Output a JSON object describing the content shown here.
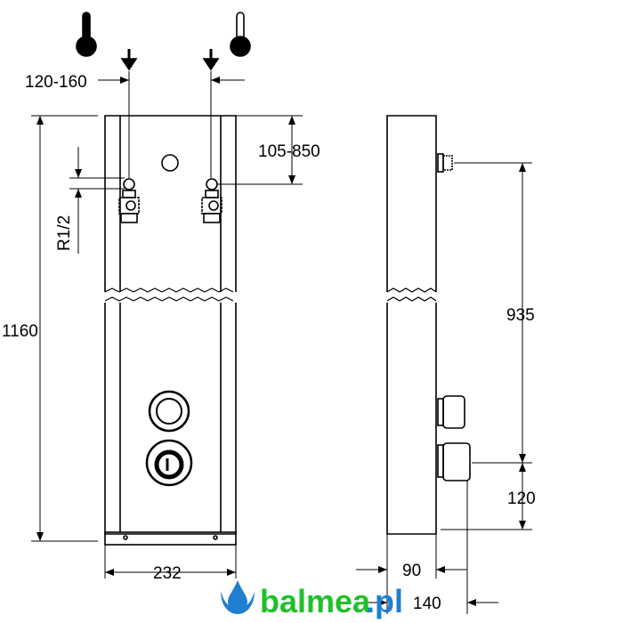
{
  "dimensions": {
    "inlet_spacing": "120-160",
    "inlet_height": "105-850",
    "thread": "R1/2",
    "total_height": "1160",
    "connector_to_handle": "935",
    "handle_height": "120",
    "width": "232",
    "depth": "90",
    "depth_total": "140"
  },
  "icons": {
    "hot": "thermometer-hot-icon",
    "cold": "thermometer-cold-icon"
  },
  "logo": {
    "name": "balmea",
    "suffix": ".pl",
    "green": "#1fc12a",
    "blue": "#1f7fd0"
  }
}
